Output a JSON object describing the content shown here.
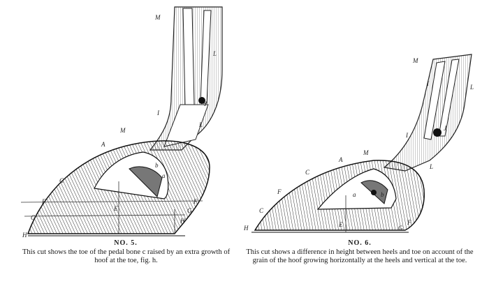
{
  "figures": [
    {
      "number": "NO. 5.",
      "caption": "This cut shows the toe of the pedal bone c raised by an extra growth of hoof at the toe, fig. h.",
      "labels": [
        "M",
        "L",
        "J",
        "I",
        "M",
        "L",
        "A",
        "C",
        "F",
        "G",
        "H",
        "F",
        "G",
        "H",
        "E",
        "b",
        "a"
      ]
    },
    {
      "number": "NO. 6.",
      "caption": "This cut shows a difference in height between heels and toe on account of the grain of the hoof growing horizontally at the heels and vertical at the toe.",
      "labels": [
        "M",
        "I",
        "L",
        "J",
        "I",
        "M",
        "A",
        "L",
        "C",
        "F",
        "C",
        "H",
        "E",
        "G",
        "F",
        "b",
        "a"
      ]
    }
  ]
}
